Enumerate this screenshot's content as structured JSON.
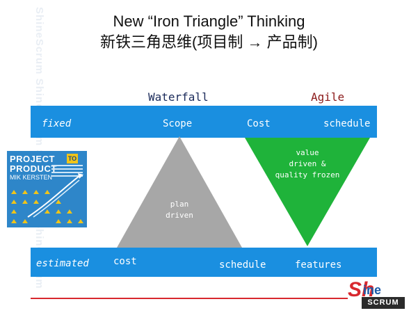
{
  "watermark": "ShineScrum ShineScrum ShineScrum ShineScrum",
  "title": "New “Iron Triangle” Thinking",
  "subtitle": "新铁三角思维(项目制 → 产品制)",
  "headers": {
    "waterfall": "Waterfall",
    "agile": "Agile"
  },
  "top_band": {
    "row_label": "fixed",
    "scope": "Scope",
    "cost": "Cost",
    "schedule": "schedule"
  },
  "bottom_band": {
    "row_label": "estimated",
    "cost": "cost",
    "schedule": "schedule",
    "features": "features"
  },
  "waterfall_triangle": {
    "line1": "plan",
    "line2": "driven",
    "color": "#a7a7a7"
  },
  "agile_triangle": {
    "line1": "value",
    "line2": "driven &",
    "line3": "quality frozen",
    "color": "#1fb33a"
  },
  "book": {
    "line1": "PROJECT",
    "to": "TO",
    "line2": "PRODUCT",
    "author": "MIK KERSTEN"
  },
  "logo": {
    "sh": "Sh",
    "ine": "ine",
    "scrum": "SCRUM"
  },
  "colors": {
    "band": "#1a8fe0",
    "waterfall_header": "#1a2a5a",
    "agile_header": "#8b1a1a"
  }
}
